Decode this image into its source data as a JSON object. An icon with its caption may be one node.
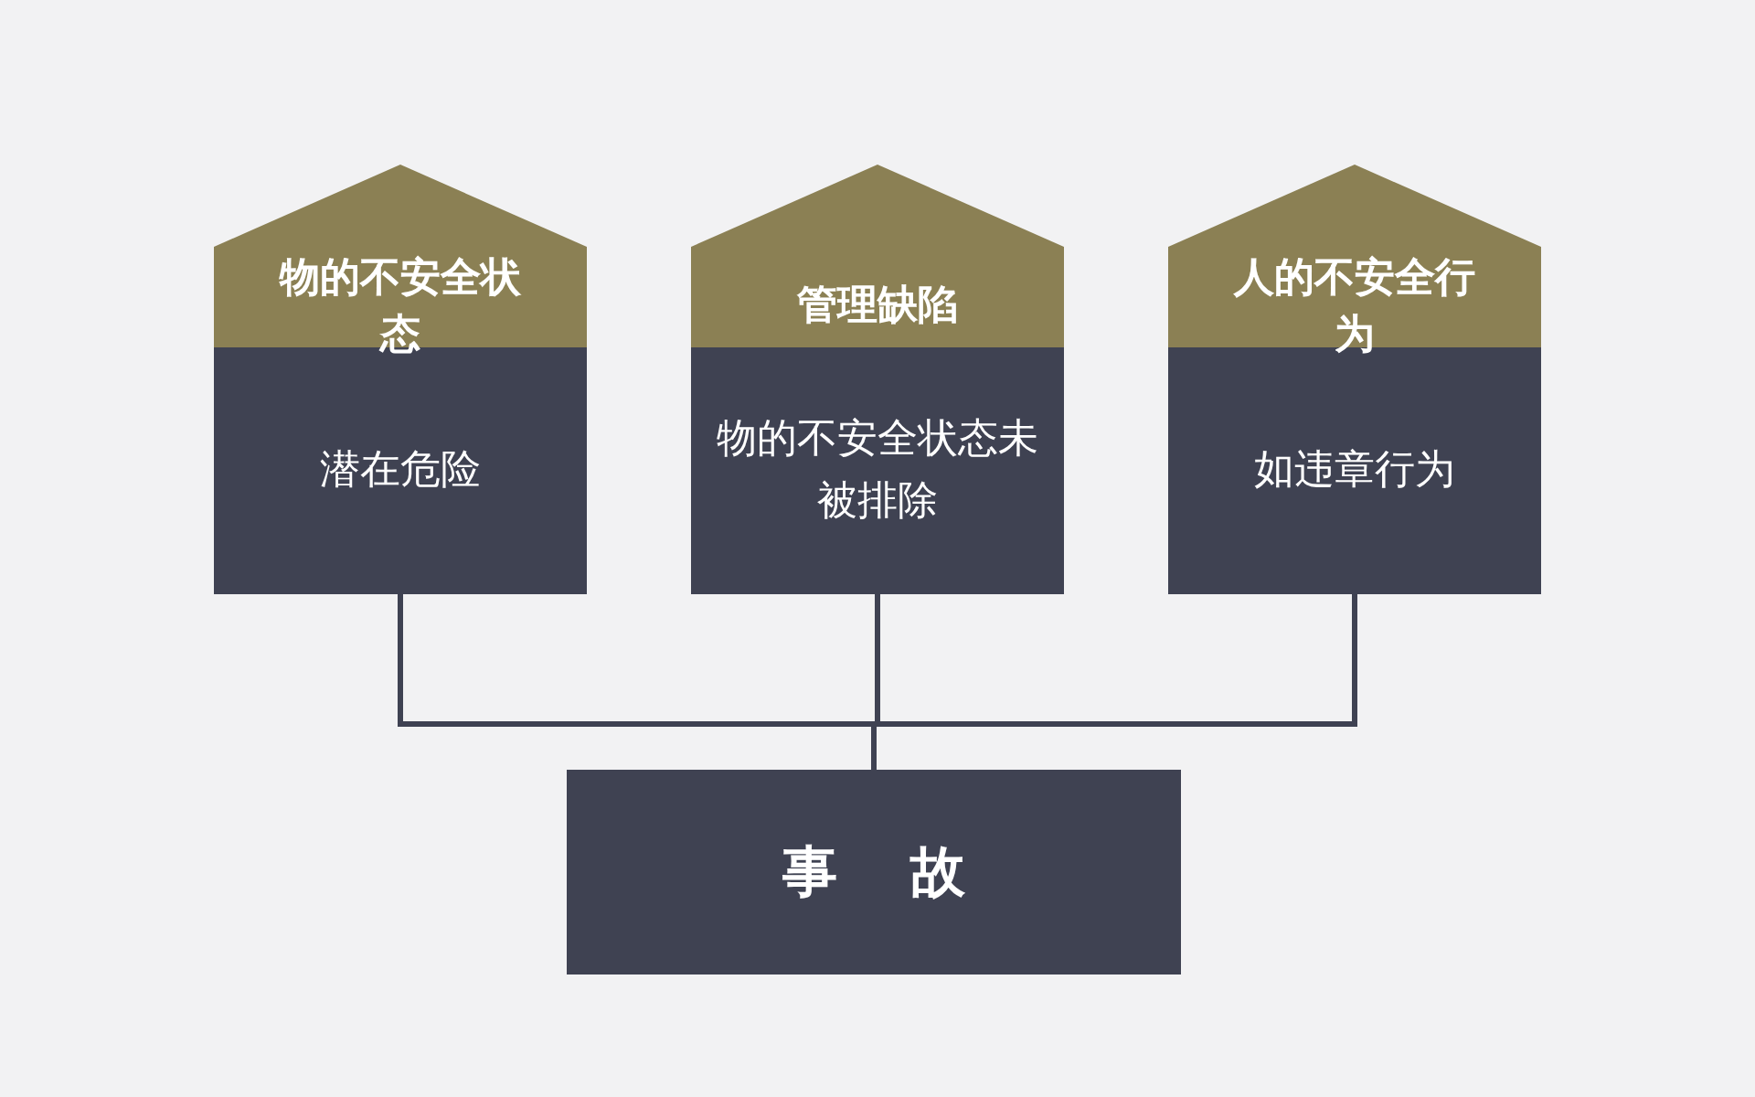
{
  "diagram": {
    "nodes": [
      {
        "text": [
          "物的不安全状态",
          "潜在危险"
        ]
      },
      {
        "text": [
          "管理缺陷",
          "物的不安全状态未被排除"
        ]
      },
      {
        "text": [
          "人的不安全行为",
          "如违章行为"
        ]
      },
      {
        "text": [
          "事故"
        ]
      }
    ],
    "edges": [
      {
        "from": 0,
        "to": 3,
        "arrow": "none"
      },
      {
        "from": 1,
        "to": 3,
        "arrow": "none"
      },
      {
        "from": 2,
        "to": 3,
        "arrow": "none"
      }
    ]
  }
}
